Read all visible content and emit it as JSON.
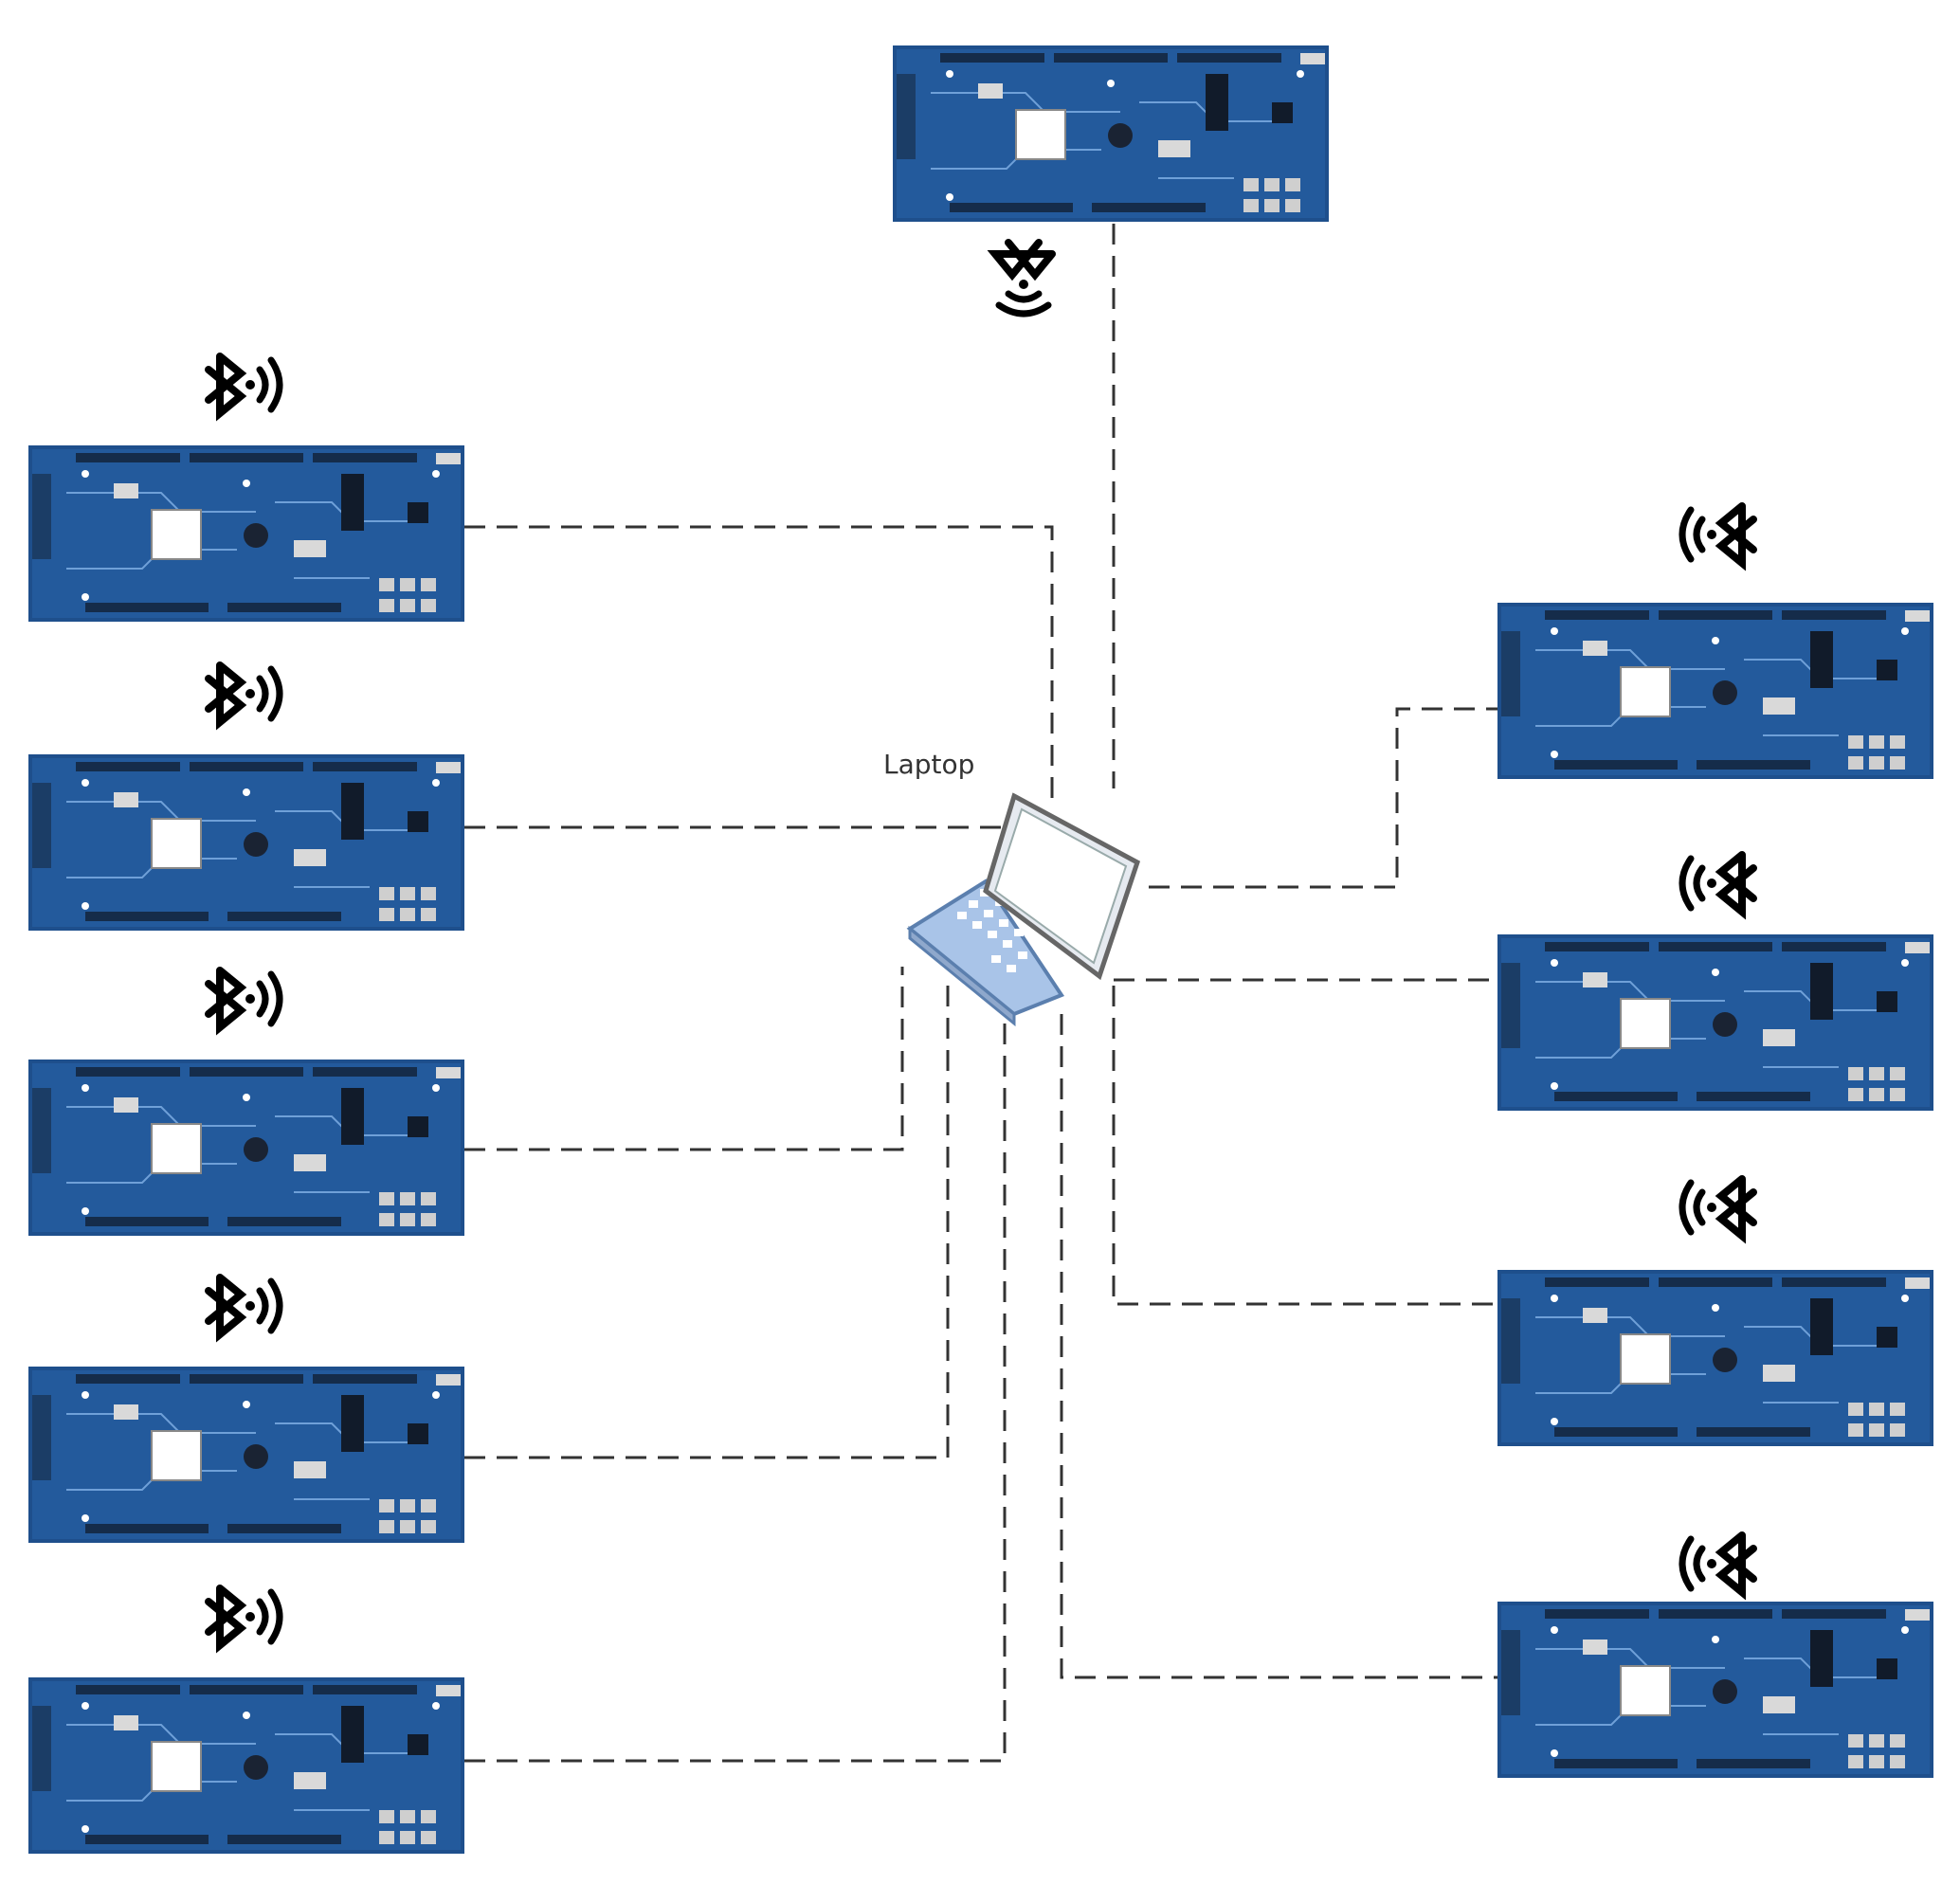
{
  "laptop": {
    "label": "Laptop",
    "icon": "laptop-icon"
  },
  "central_board": {
    "icon": "dev-board",
    "radio_icon": "bluetooth-broadcast-down-icon"
  },
  "left_boards": [
    {
      "icon": "dev-board",
      "radio_icon": "bluetooth-broadcast-right-icon"
    },
    {
      "icon": "dev-board",
      "radio_icon": "bluetooth-broadcast-right-icon"
    },
    {
      "icon": "dev-board",
      "radio_icon": "bluetooth-broadcast-right-icon"
    },
    {
      "icon": "dev-board",
      "radio_icon": "bluetooth-broadcast-right-icon"
    },
    {
      "icon": "dev-board",
      "radio_icon": "bluetooth-broadcast-right-icon"
    }
  ],
  "right_boards": [
    {
      "icon": "dev-board",
      "radio_icon": "bluetooth-broadcast-left-icon"
    },
    {
      "icon": "dev-board",
      "radio_icon": "bluetooth-broadcast-left-icon"
    },
    {
      "icon": "dev-board",
      "radio_icon": "bluetooth-broadcast-left-icon"
    },
    {
      "icon": "dev-board",
      "radio_icon": "bluetooth-broadcast-left-icon"
    }
  ],
  "connection_style": "dashed",
  "colors": {
    "board": "#1e4f8c",
    "connector": "#333333",
    "icon": "#000000"
  }
}
